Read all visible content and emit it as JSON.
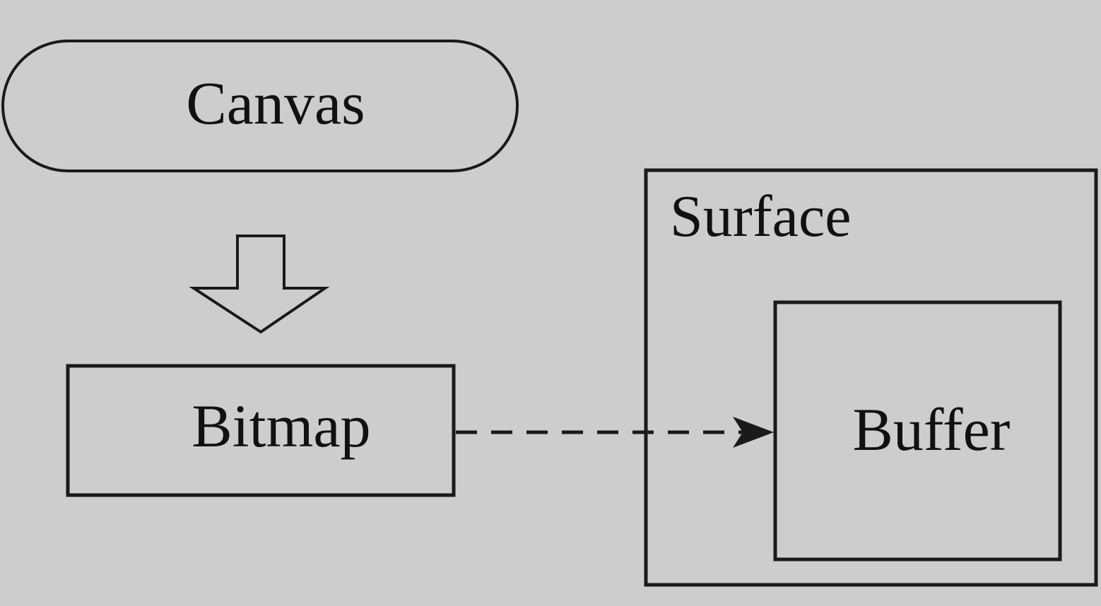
{
  "diagram": {
    "nodes": {
      "canvas": {
        "label": "Canvas",
        "shape": "rounded-pill"
      },
      "bitmap": {
        "label": "Bitmap",
        "shape": "rectangle"
      },
      "surface": {
        "label": "Surface",
        "shape": "rectangle-container"
      },
      "buffer": {
        "label": "Buffer",
        "shape": "rectangle"
      }
    },
    "edges": [
      {
        "from": "canvas",
        "to": "bitmap",
        "style": "hollow-block-arrow"
      },
      {
        "from": "bitmap",
        "to": "buffer",
        "style": "dashed-arrow"
      }
    ],
    "colors": {
      "background": "#cdcdcd",
      "stroke": "#1a1a1a",
      "text": "#111111"
    }
  }
}
